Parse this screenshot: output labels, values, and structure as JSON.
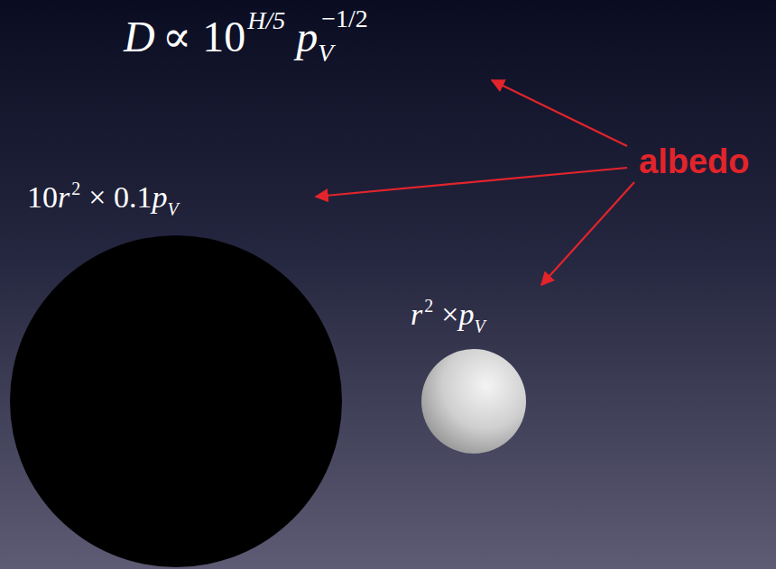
{
  "diagram": {
    "labels": [
      "D",
      "∝ 10",
      "H/5",
      "p",
      "V",
      "−1/2",
      "albedo",
      "10",
      "r",
      "2",
      "× 0.1",
      "p",
      "V",
      "r",
      "2",
      "× ",
      "p",
      "V"
    ]
  }
}
